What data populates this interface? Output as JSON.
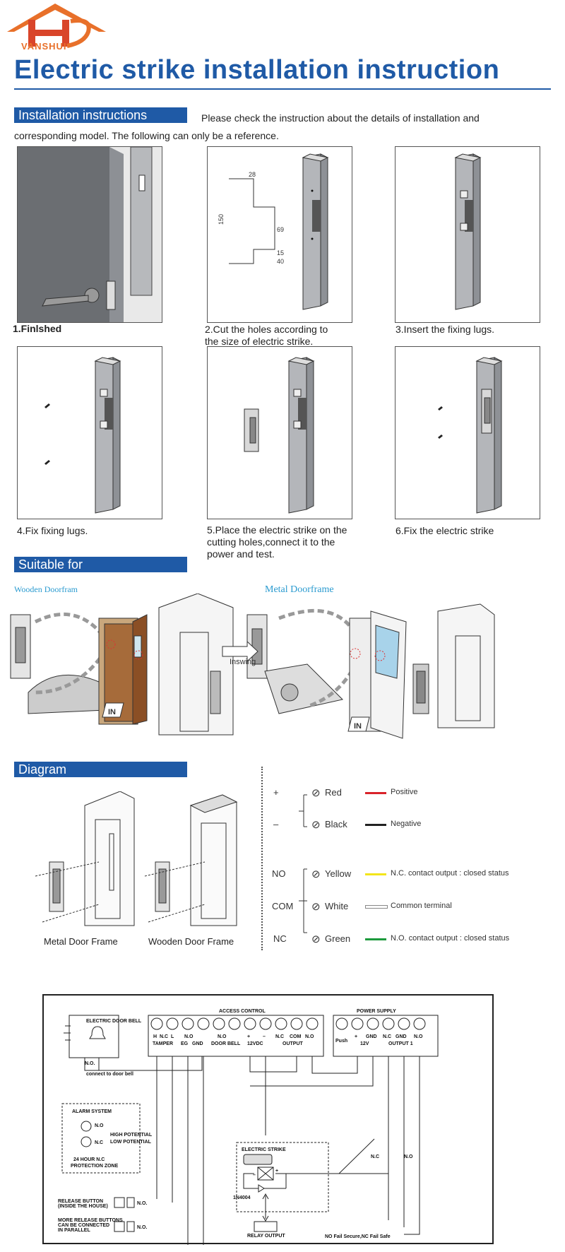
{
  "brand": "VANSHUI",
  "title": "Electric strike installation instruction",
  "sections": {
    "install": "Installation instructions",
    "suitable": "Suitable for",
    "diagram": "Diagram"
  },
  "intro_line1": "Please check the instruction about the details of installation and",
  "intro_line2": "corresponding  model. The following can only be a reference.",
  "steps": [
    {
      "caption": "1.Finlshed"
    },
    {
      "caption_l1": "2.Cut the holes according to",
      "caption_l2": "the size of electric strike."
    },
    {
      "caption": "3.Insert the fixing lugs."
    },
    {
      "caption": "4.Fix fixing lugs."
    },
    {
      "caption_l1": "5.Place the electric strike on the",
      "caption_l2": "cutting holes,connect it to the",
      "caption_l3": "power and test."
    },
    {
      "caption": "6.Fix the electric strike"
    }
  ],
  "dims": {
    "d28": "28",
    "d150": "150",
    "d69": "69",
    "d15": "15",
    "d40": "40"
  },
  "suitable": {
    "wooden": "Wooden Doorfram",
    "metal": "Metal Doorframe",
    "inswing": "Inswing",
    "in": "IN"
  },
  "diagram": {
    "frames": [
      "Metal Door Frame",
      "Wooden Door Frame"
    ],
    "legend": [
      {
        "sym": "+",
        "color_name": "Red",
        "meaning": "Positive",
        "color": "#d9232a"
      },
      {
        "sym": "–",
        "color_name": "Black",
        "meaning": "Negative",
        "color": "#222222"
      },
      {
        "sym": "NO",
        "color_name": "Yellow",
        "meaning": "N.C. contact output : closed status",
        "color": "#f3e51a"
      },
      {
        "sym": "COM",
        "color_name": "White",
        "meaning": "Common terminal",
        "color": "#ffffff"
      },
      {
        "sym": "NC",
        "color_name": "Green",
        "meaning": "N.O. contact output : closed status",
        "color": "#1c9a3c"
      }
    ]
  },
  "wiring": {
    "access_control": "ACCESS CONTROL",
    "power_supply": "POWER SUPPLY",
    "bell": "ELECTRIC DOOR BELL",
    "ac_terms": [
      "H",
      "N.C",
      "L",
      "N.O",
      "",
      "",
      "N.C",
      "COM",
      "N.O"
    ],
    "tamper": "TAMPER",
    "eg": "EG",
    "gnd": "GND",
    "doorbell": "DOOR BELL",
    "plus": "+",
    "minus": "–",
    "vdc": "12VDC",
    "output": "OUTPUT",
    "ps_push": "Push",
    "ps_plus": "+",
    "ps_gnd": "GND",
    "ps_12v": "12V",
    "ps_nc": "N.C",
    "ps_gnd2": "GND",
    "ps_no": "N.O",
    "output1": "OUTPUT 1",
    "bell_link": "connect to door bell",
    "bell_no": "N.O.",
    "alarm": "ALARM SYSTEM",
    "alarm_no": "N.O",
    "alarm_nc": "N.C",
    "high": "HIGH POTENTIAL",
    "low": "LOW POTENTIAL",
    "zone1": "24 HOUR N.C",
    "zone2": "PROTECTION ZONE",
    "strike": "ELECTRIC STRIKE",
    "diode": "1N4004",
    "nc": "N.C",
    "no": "N.O",
    "release1a": "RELEASE BUTTON",
    "release1b": "(INSIDE THE HOUSE)",
    "release2a": "MORE RELEASE BUTTONS",
    "release2b": "CAN BE CONNECTED",
    "release2c": "IN PARALLEL",
    "btn_no": "N.O.",
    "relay": "RELAY OUTPUT",
    "note": "NO Fail Secure,NC Fail Safe"
  }
}
